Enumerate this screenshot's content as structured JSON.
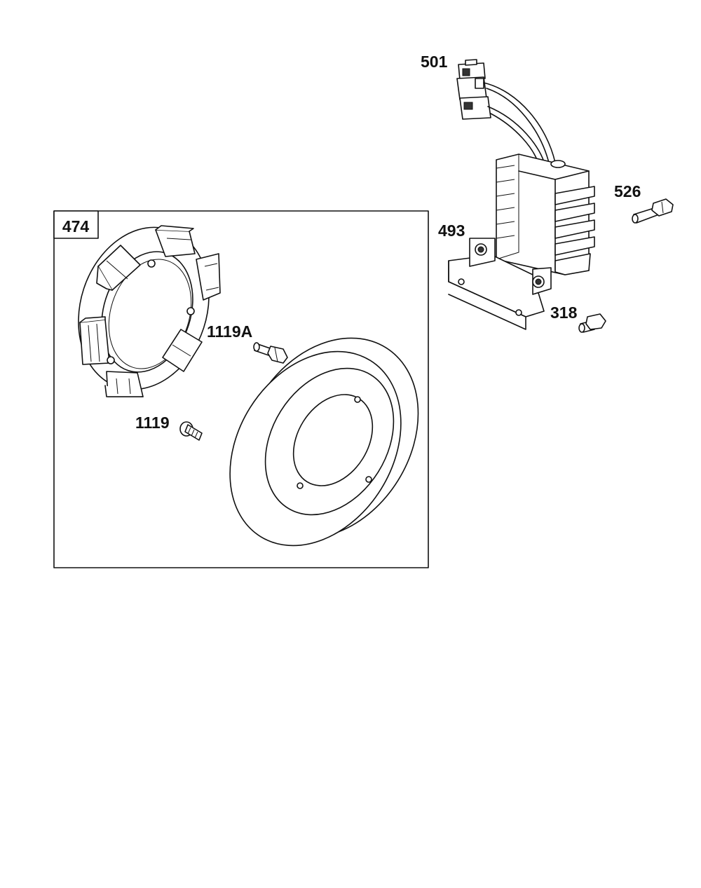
{
  "callouts": {
    "assembly_box": "474",
    "regulator": "501",
    "bolt_top_right": "526",
    "bracket": "493",
    "bolt_bracket": "318",
    "bolt_1119a": "1119A",
    "bolt_1119": "1119"
  }
}
